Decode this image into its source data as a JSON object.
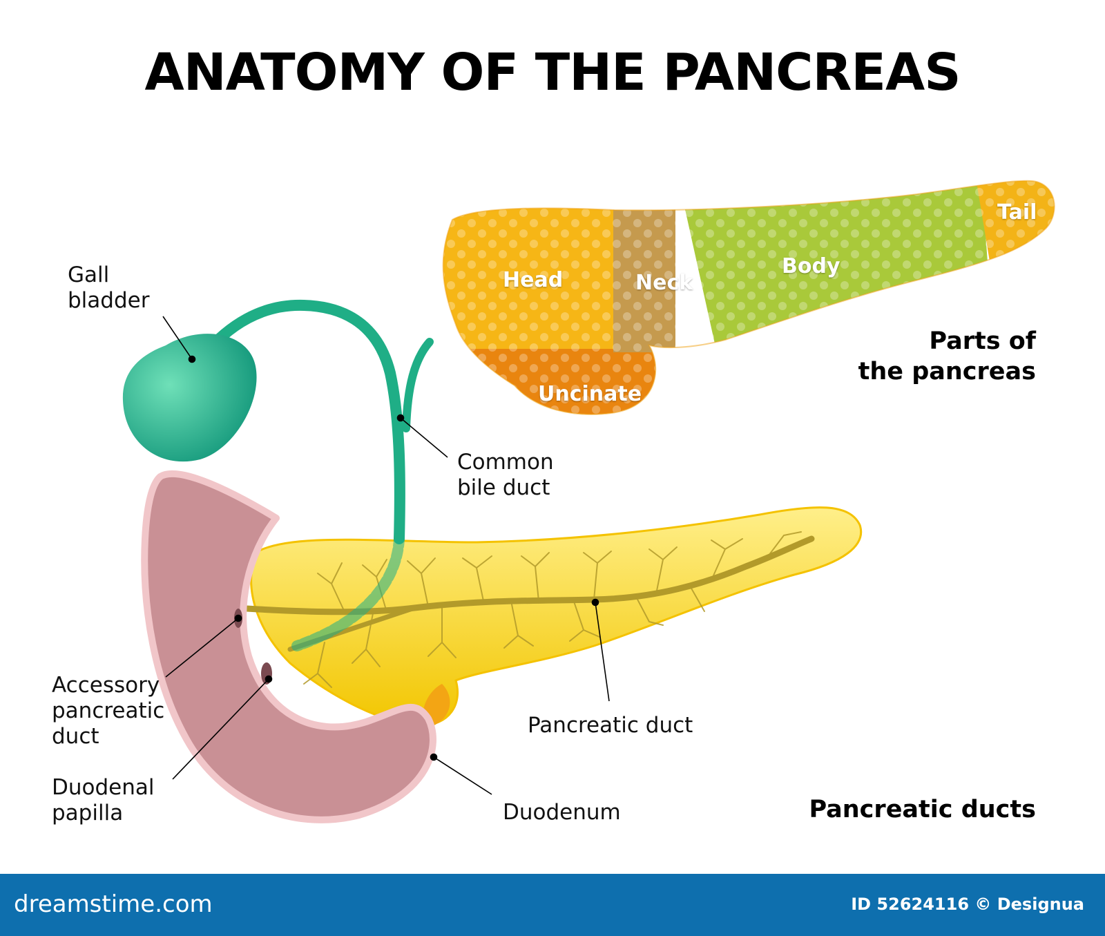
{
  "title": "ANATOMY OF THE PANCREAS",
  "parts_heading": "Parts of\nthe pancreas",
  "ducts_heading": "Pancreatic ducts",
  "parts": {
    "head": "Head",
    "neck": "Neck",
    "body": "Body",
    "tail": "Tail",
    "uncinate": "Uncinate"
  },
  "labels": {
    "gall_bladder": "Gall\nbladder",
    "common_bile_duct": "Common\nbile duct",
    "accessory_duct": "Accessory\npancreatic\nduct",
    "duodenal_papilla": "Duodenal\npapilla",
    "pancreatic_duct": "Pancreatic duct",
    "duodenum": "Duodenum"
  },
  "colors": {
    "head": "#f6b616",
    "neck": "#c59a4e",
    "body": "#a9c93a",
    "tail": "#f3b317",
    "uncinate": "#e9850f",
    "gallbladder": "#1fae86",
    "pancreas": "#f7d81a",
    "duodenum": "#c99095",
    "footer": "#0e6fae"
  },
  "footer": {
    "logo": "dreamstime.com",
    "id_text": "ID 52624116 © Designua"
  }
}
